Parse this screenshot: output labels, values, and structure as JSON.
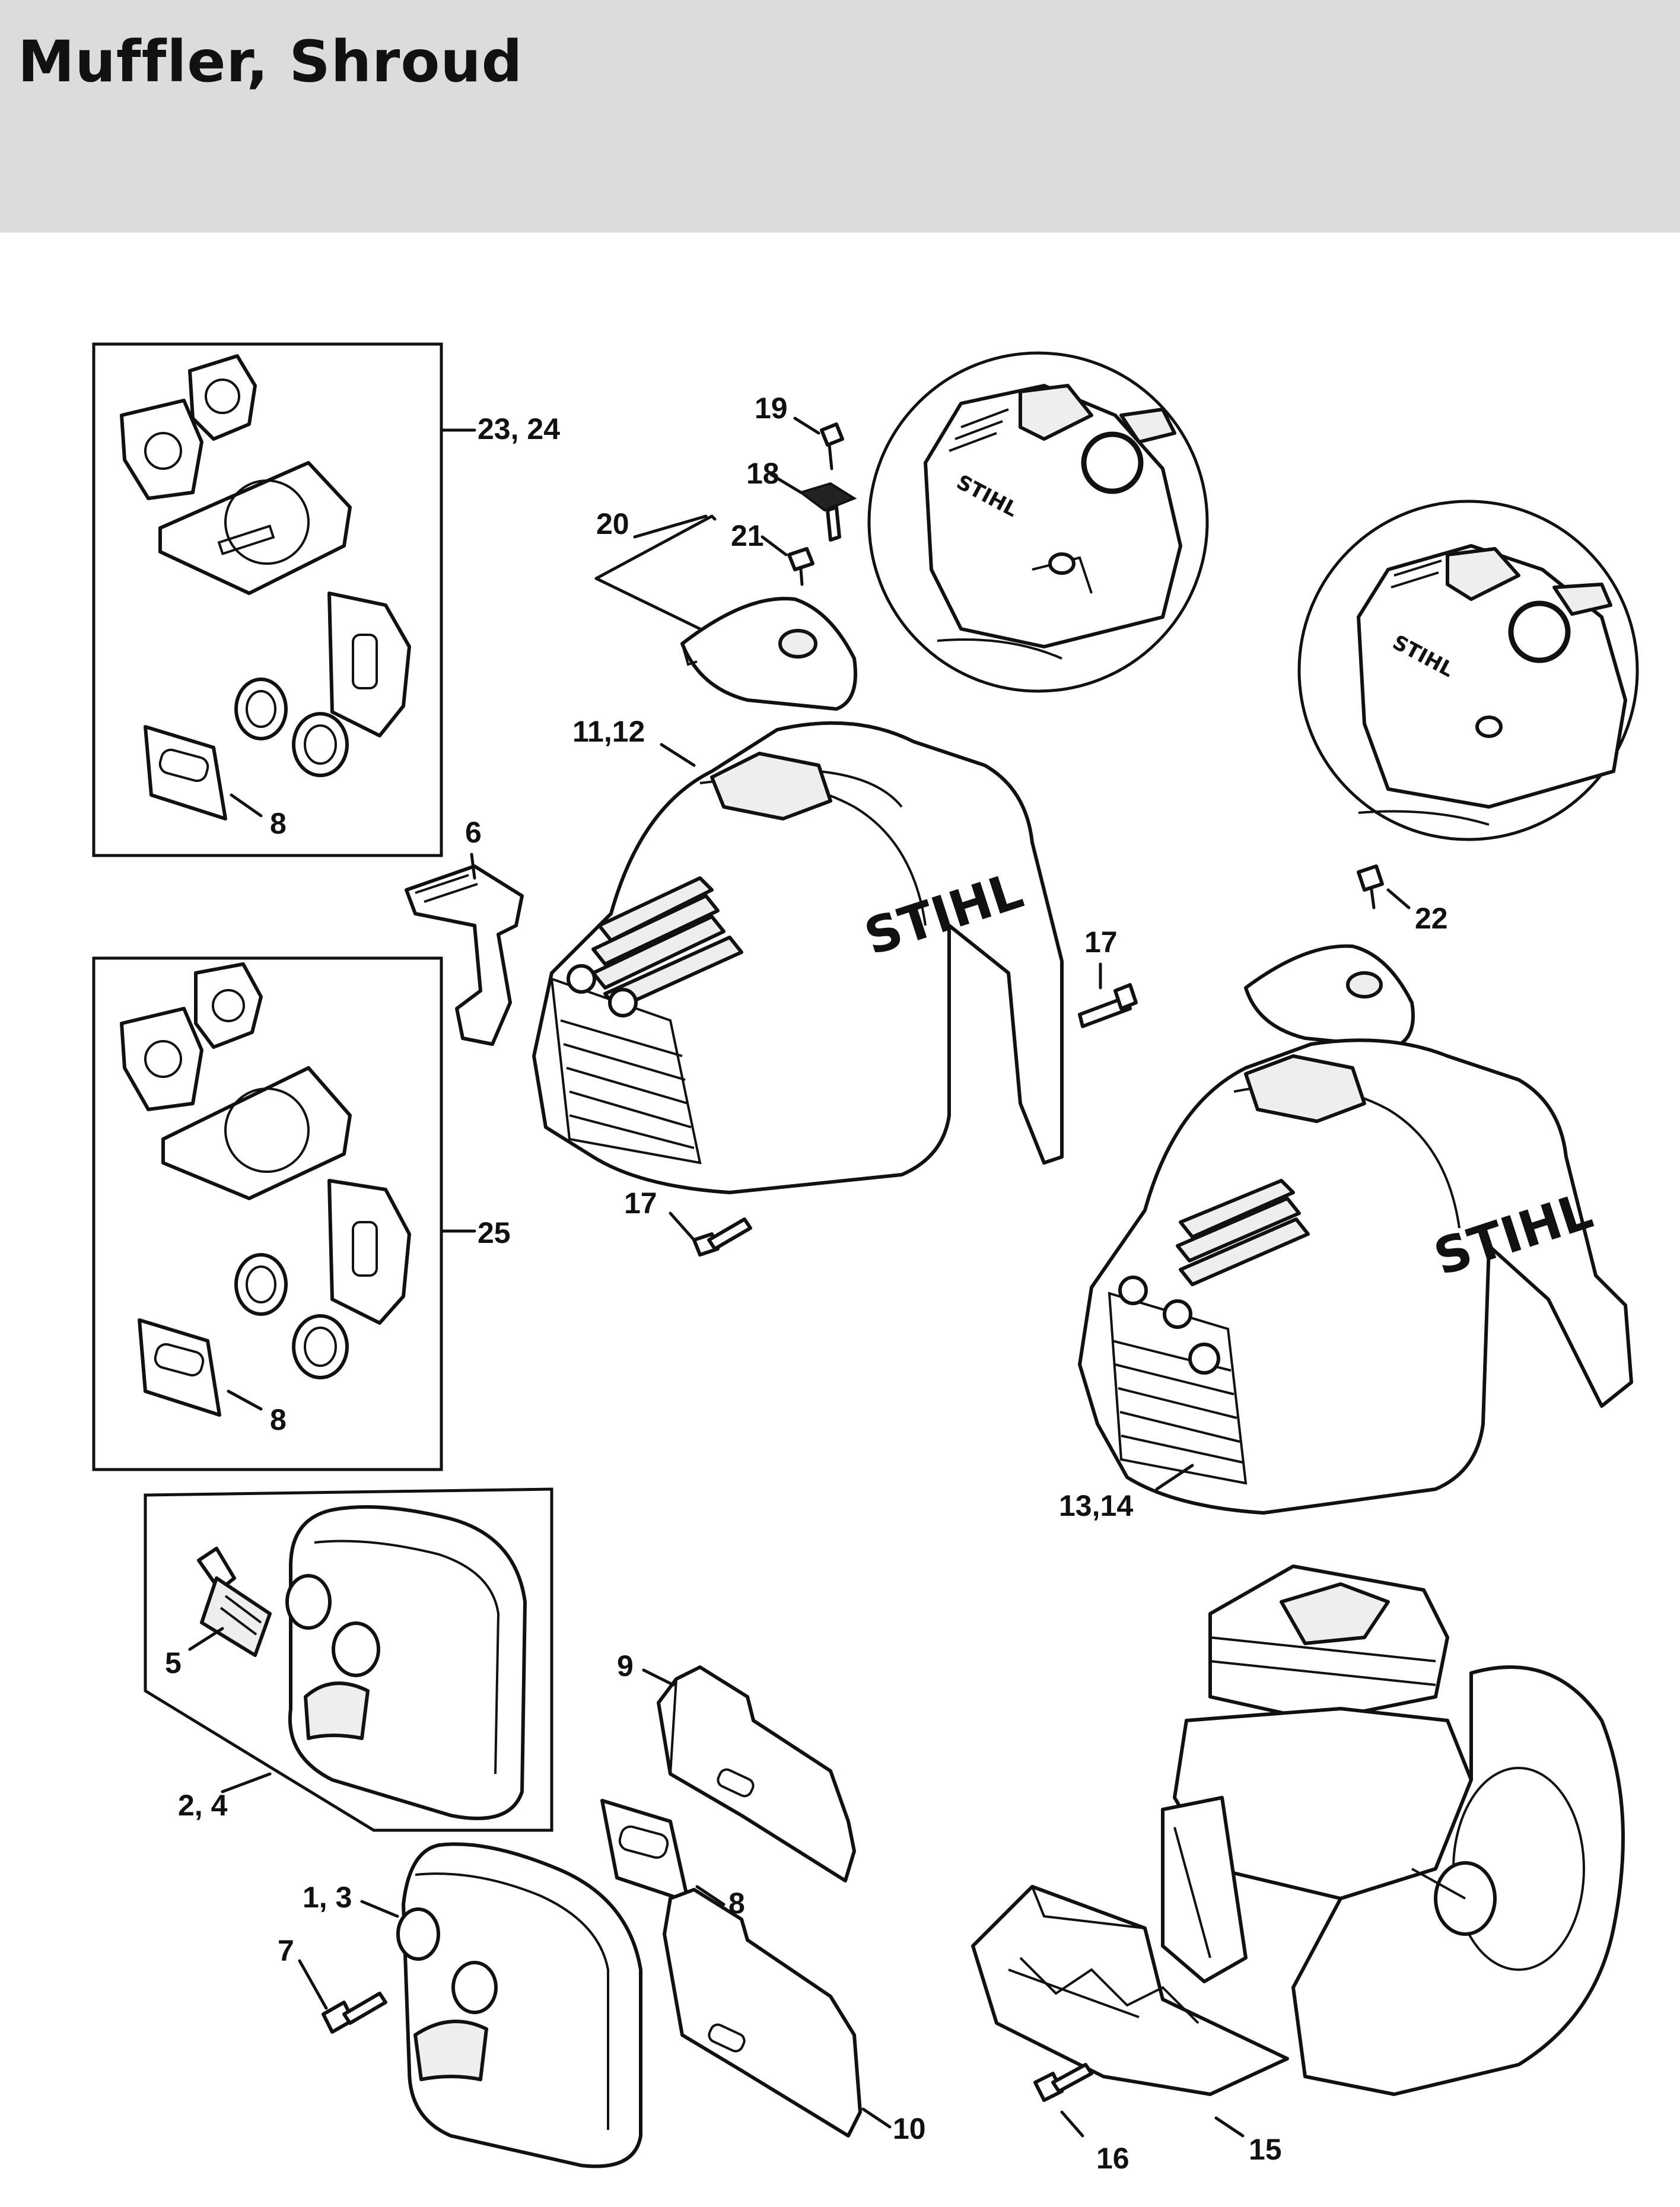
{
  "title": "Muffler, Shroud",
  "brand_mark": "STIHL",
  "callouts": {
    "c1_3": "1, 3",
    "c2_4": "2, 4",
    "c5": "5",
    "c6": "6",
    "c7": "7",
    "c8a": "8",
    "c8b": "8",
    "c8c": "8",
    "c9": "9",
    "c10": "10",
    "c11_12": "11,12",
    "c13_14": "13,14",
    "c15": "15",
    "c16": "16",
    "c17a": "17",
    "c17b": "17",
    "c18": "18",
    "c19": "19",
    "c20": "20",
    "c21": "21",
    "c22": "22",
    "c23_24": "23, 24",
    "c25": "25"
  }
}
